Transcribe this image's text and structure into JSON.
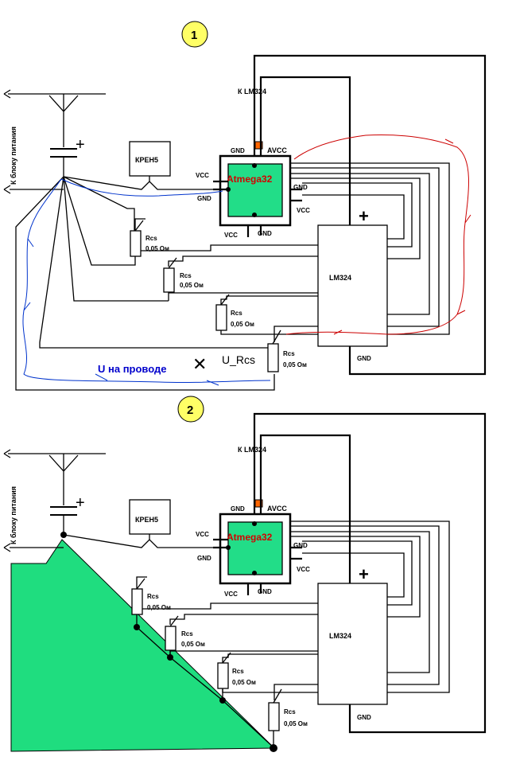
{
  "diagrams": [
    {
      "badge": "1",
      "supply_label": "К блоку питания",
      "plus_sign": "+",
      "kren_label": "КРЕН5",
      "to_lm_label": "К LM324",
      "mcu": {
        "name": "Atmega32",
        "gnd_top": "GND",
        "avcc": "AVCC",
        "vcc_left": "VCC",
        "gnd_left": "GND",
        "gnd_right": "GND",
        "vcc_right": "VCC",
        "vcc_bottom": "VCC",
        "gnd_bottom": "GND"
      },
      "opamp": {
        "name": "LM324",
        "plus": "+",
        "gnd": "GND"
      },
      "resistors": [
        {
          "name": "Rcs",
          "value": "0,05 Ом"
        },
        {
          "name": "Rcs",
          "value": "0,05 Ом"
        },
        {
          "name": "Rcs",
          "value": "0,05 Ом"
        },
        {
          "name": "Rcs",
          "value": "0,05 Ом"
        }
      ],
      "wire_voltage_label": "U на проводе",
      "cross": "✕",
      "u_rcs_label": "U_Rcs"
    },
    {
      "badge": "2",
      "supply_label": "К блоку питания",
      "plus_sign": "+",
      "kren_label": "КРЕН5",
      "to_lm_label": "К LM324",
      "mcu": {
        "name": "Atmega32",
        "gnd_top": "GND",
        "avcc": "AVCC",
        "vcc_left": "VCC",
        "gnd_left": "GND",
        "gnd_right": "GND",
        "vcc_right": "VCC",
        "vcc_bottom": "VCC",
        "gnd_bottom": "GND"
      },
      "opamp": {
        "name": "LM324",
        "plus": "+",
        "gnd": "GND"
      },
      "resistors": [
        {
          "name": "Rcs",
          "value": "0,05 Ом"
        },
        {
          "name": "Rcs",
          "value": "0,05 Ом"
        },
        {
          "name": "Rcs",
          "value": "0,05 Ом"
        },
        {
          "name": "Rcs",
          "value": "0,05 Ом"
        }
      ]
    }
  ],
  "colors": {
    "chip_fill": "#22dd88",
    "chip_label": "#d40000",
    "badge_fill": "#ffff66",
    "current_path": "#cc0000",
    "ground_loop": "#0033cc",
    "potential_area": "#1fdd7f"
  }
}
